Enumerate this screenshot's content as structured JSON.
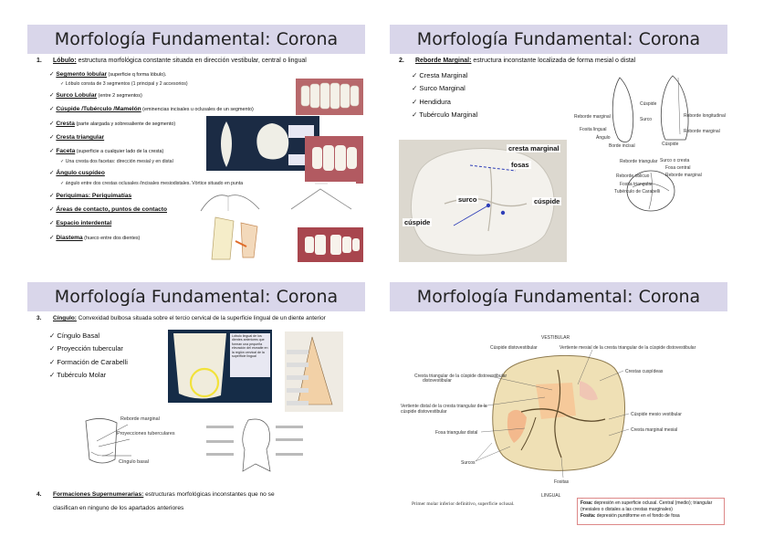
{
  "slides": [
    {
      "title": "Morfología Fundamental: Corona",
      "heading": {
        "num": "1.",
        "term": "Lóbulo:",
        "def": " estructura morfológica constante situada en dirección vestibular, central o lingual"
      },
      "items": [
        {
          "term": "Segmento lobular",
          "note": " (superficie q forma lóbulo)."
        },
        {
          "sub": "Lóbulo consta de 3 segmentos (1 principal y 2 accesorios)"
        },
        {
          "term": "Surco Lobular",
          "note": " (entre 2 segmentos)"
        },
        {
          "term": "Cúspide /Tubérculo /Mamelón",
          "note": " (eminencias incisales u oclusales de un segmento)"
        },
        {
          "term": "Cresta",
          "note": " (parte alargada y sobresaliente de segmento)"
        },
        {
          "term": "Cresta triangular",
          "note": ""
        },
        {
          "term": "Faceta",
          "note": " (superficie a cualquier lado de la cresta)"
        },
        {
          "sub": "Una cresta dos facetas: dirección mesial y en distal"
        },
        {
          "term": "Ángulo cuspídeo",
          "note": ""
        },
        {
          "sub": "ángulo entre dos crestas oclusales /incisales mesiodistales. Vórtice situado en punta"
        },
        {
          "term": "Periquimas: Periquimatías",
          "note": ""
        },
        {
          "term": "Áreas de contacto, puntos de contacto",
          "note": ""
        },
        {
          "term": "Espacio interdental",
          "note": ""
        },
        {
          "term": "Diastema",
          "note": " (hueco entre dos dientes)"
        }
      ]
    },
    {
      "title": "Morfología Fundamental: Corona",
      "heading": {
        "num": "2.",
        "term": "Reborde Marginal:",
        "def": " estructura inconstante localizada de forma mesial o distal"
      },
      "bullets": [
        "Cresta Marginal",
        "Surco Marginal",
        "Hendidura",
        "Tubérculo Marginal"
      ],
      "photo_labels": {
        "cresta": "cresta marginal",
        "fosas": "fosas",
        "surco": "surco",
        "cuspide1": "cúspide",
        "cuspide2": "cúspide"
      },
      "diagram_labels": [
        "Reborde marginal",
        "Cúspide",
        "Reborde longitudinal",
        "Surco",
        "Fosita lingual",
        "Ángulo",
        "Borde incisal",
        "Reborde marginal",
        "Cúspide",
        "Reborde triangular",
        "Fosa central",
        "Reborde marginal",
        "Tubérculo de Carabelli",
        "Fosita triangular",
        "Reborde oblicuo",
        "Surco o cresta"
      ]
    },
    {
      "title": "Morfología Fundamental: Corona",
      "heading": {
        "num": "3.",
        "term": "Cíngulo:",
        "def": " Convexidad bulbosa situada sobre el tercio cervical de la superficie lingual de un diente anterior"
      },
      "bullets": [
        "Cíngulo Basal",
        "Proyección tubercular",
        "Formación de Carabelli",
        "Tubérculo Molar"
      ],
      "diagram_labels": {
        "reborde": "Reborde marginal",
        "proy": "Proyecciones tuberculares",
        "cingulo": "Cíngulo basal"
      },
      "photo_caption": "Lóbulo lingual de los dientes anteriores que forman una pequeña elevación del esmalte en la región cervical de la superficie lingual",
      "heading2": {
        "num": "4.",
        "term": "Formaciones Supernumerarias:",
        "def": " estructuras morfológicas inconstantes que no se",
        "line2": "clasifican en ninguno de los apartados anteriores"
      }
    },
    {
      "title": "Morfología Fundamental: Corona",
      "labels": {
        "vestibular": "VESTIBULAR",
        "cuspide_dv": "Cúspide distovestibular",
        "vertiente_mesial": "Vertiente mesial de la cresta triangular de la cúspide distovestibular",
        "cresta_triangular": "Cresta triangular de la cúspide distovestibular",
        "crestas_cuspideas": "Crestas cuspídeas",
        "vertiente_distal": "Vertiente distal de la cresta triangular de la cúspide distovestibular",
        "cuspide_mv": "Cúspide mesio vestibular",
        "fosa_triangular": "Fosa triangular distal",
        "cresta_marginal": "Cresta marginal mesial",
        "surcos": "Surcos",
        "fositas": "Fositas",
        "lingual": "LINGUAL"
      },
      "caption": "Primer molar inferior definitivo, superficie oclusal.",
      "legend": {
        "l1_term": "Fosa:",
        "l1": " depresión en superficie oclusal. Central (medio); triangular (mesiales o distales a las crestas marginales)",
        "l2_term": "Fosita:",
        "l2": " depresión puntiforme en el fondo de fosa"
      }
    }
  ]
}
